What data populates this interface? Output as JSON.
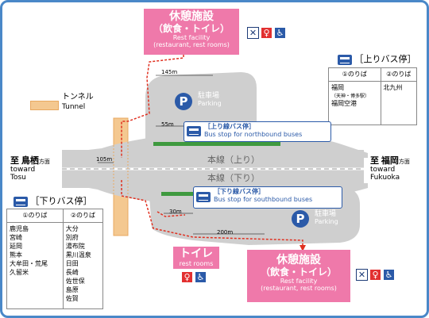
{
  "north_rest_area": {
    "name_jp": "休憩施設",
    "sub_jp": "（飲食・トイレ）",
    "en_line1": "Rest facility",
    "en_line2": "(restaurant, rest rooms)",
    "icons": [
      "restaurant-icon",
      "toilet-icon",
      "accessible-icon"
    ]
  },
  "south_rest_area": {
    "name_jp": "休憩施設",
    "sub_jp": "（飲食・トイレ）",
    "en_line1": "Rest facility",
    "en_line2": "(restaurant, rest rooms)",
    "icons": [
      "restaurant-icon",
      "toilet-icon",
      "accessible-icon"
    ]
  },
  "toilet_box": {
    "jp": "トイレ",
    "en": "rest rooms",
    "icons": [
      "toilet-icon",
      "accessible-icon"
    ]
  },
  "legend": {
    "tunnel_jp": "トンネル",
    "tunnel_en": "Tunnel"
  },
  "north_bus_table": {
    "title": "［上りバス停］",
    "headers": [
      "①のりば",
      "②のりば"
    ],
    "col1": [
      "福岡",
      "（天神・博多駅）",
      "福岡空港"
    ],
    "col2": [
      "北九州"
    ]
  },
  "south_bus_table": {
    "title": "［下りバス停］",
    "headers": [
      "①のりば",
      "②のりば"
    ],
    "col1": [
      "鹿児島",
      "宮崎",
      "延岡",
      "熊本",
      "大牟田・荒尾",
      "久留米"
    ],
    "col2": [
      "大分",
      "別府",
      "湯布院",
      "黒川温泉",
      "日田",
      "長崎",
      "佐世保",
      "島原",
      "佐賀"
    ]
  },
  "northbound_stop": {
    "jp": "［上り線バス停］",
    "en": "Bus stop for northbound buses"
  },
  "southbound_stop": {
    "jp": "［下り線バス停］",
    "en": "Bus stop for southbound buses"
  },
  "road": {
    "up_label": "本線（上り）",
    "down_label": "本線（下り）"
  },
  "parking_north": {
    "p": "P",
    "jp": "駐車場",
    "en": "Parking"
  },
  "parking_south": {
    "p": "P",
    "jp": "駐車場",
    "en": "Parking"
  },
  "distances": {
    "d145": "145m",
    "d55": "55m",
    "d105": "105m",
    "d30": "30m",
    "d200": "200m"
  },
  "direction_left": {
    "prefix": "至",
    "city": "鳥栖",
    "suffix": "方面",
    "en1": "toward",
    "en2": "Tosu"
  },
  "direction_right": {
    "prefix": "至",
    "city": "福岡",
    "suffix": "方面",
    "en1": "toward",
    "en2": "Fukuoka"
  },
  "colors": {
    "frame": "#4a88c8",
    "pink": "#ef79aa",
    "route_red": "#e03020",
    "parking_grey": "#cfcfcf",
    "road_grey": "#cfcfcf",
    "tunnel": "#f4c890",
    "green": "#3f9a3f"
  }
}
